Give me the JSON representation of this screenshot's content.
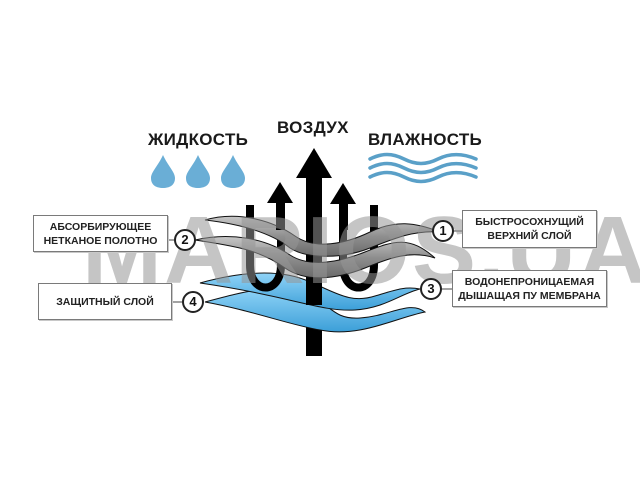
{
  "headings": {
    "liquid": "ЖИДКОСТЬ",
    "air": "ВОЗДУХ",
    "moisture": "ВЛАЖНОСТЬ"
  },
  "layers": [
    {
      "number": "1",
      "line1": "БЫСТРОСОХНУЩИЙ",
      "line2": "ВЕРХНИЙ СЛОЙ"
    },
    {
      "number": "2",
      "line1": "АБСОРБИРУЮЩЕЕ",
      "line2": "НЕТКАНОЕ ПОЛОТНО"
    },
    {
      "number": "3",
      "line1": "ВОДОНЕПРОНИЦАЕМАЯ",
      "line2": "ДЫШАЩАЯ ПУ МЕМБРАНА"
    },
    {
      "number": "4",
      "line1": "ЗАЩИТНЫЙ СЛОЙ",
      "line2": ""
    }
  ],
  "watermark": "MARIOS.UA",
  "icons": {
    "drops": [
      "water-drop",
      "water-drop",
      "water-drop"
    ],
    "waves": "moisture-waves",
    "arrows": "air-flow-arrows"
  },
  "colors": {
    "drop": "#6aaed6",
    "wave": "#5aa0c8",
    "membrane": "#6cc0ea",
    "fabric": "#8a8a8a",
    "arrow": "#000000"
  }
}
